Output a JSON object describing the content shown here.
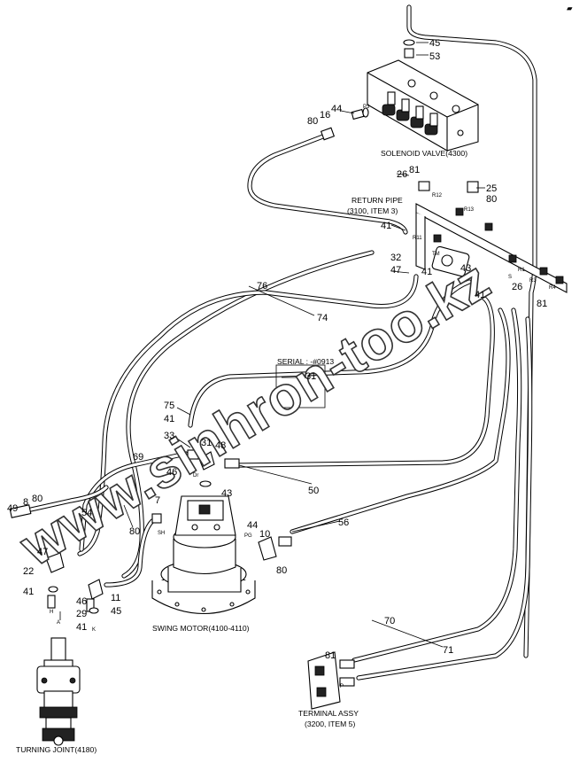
{
  "corner_mark": "▰",
  "watermark": "www.sinhron-too.kz",
  "components": {
    "solenoid_valve": "SOLENOID VALVE(4300)",
    "return_pipe_line1": "RETURN PIPE",
    "return_pipe_line2": "(3100, ITEM 3)",
    "serial": "SERIAL : -#0913",
    "swing_motor": "SWING MOTOR(4100-4110)",
    "terminal_line1": "TERMINAL ASSY",
    "terminal_line2": "(3200, ITEM 5)",
    "turning_joint": "TURNING JOINT(4180)"
  },
  "port_labels": {
    "p3": "P3",
    "r12": "R12",
    "r13": "R13",
    "r11": "R11",
    "tm": "TM",
    "r1": "R1",
    "r3": "R3",
    "r4": "R4",
    "s": "S",
    "dr": "Dr",
    "sh": "SH",
    "pg": "PG",
    "h": "H",
    "a": "A",
    "k": "K",
    "p": "P"
  },
  "callouts": {
    "c45a": "45",
    "c53": "53",
    "c44a": "44",
    "c16": "16",
    "c80a": "80",
    "c26a": "26",
    "c81a": "81",
    "c25": "25",
    "c80b": "80",
    "c41a": "41",
    "c32": "32",
    "c47a": "47",
    "c41b": "41",
    "c43a": "43",
    "c41c": "41",
    "c26b": "26",
    "c81b": "81",
    "c76": "76",
    "c74": "74",
    "c31a": "31",
    "c75": "75",
    "c41d": "41",
    "c33": "33",
    "c69": "69",
    "c46a": "46",
    "c31b": "31",
    "c48": "48",
    "c43b": "43",
    "c50": "50",
    "c49": "49",
    "c8": "8",
    "c80c": "80",
    "c54": "54",
    "c7": "7",
    "c80d": "80",
    "c44b": "44",
    "c10": "10",
    "c56": "56",
    "c80e": "80",
    "c47b": "47",
    "c22": "22",
    "c41e": "41",
    "c11": "11",
    "c46b": "46",
    "c29": "29",
    "c45b": "45",
    "c41f": "41",
    "c70": "70",
    "c71": "71",
    "c81c": "81"
  }
}
